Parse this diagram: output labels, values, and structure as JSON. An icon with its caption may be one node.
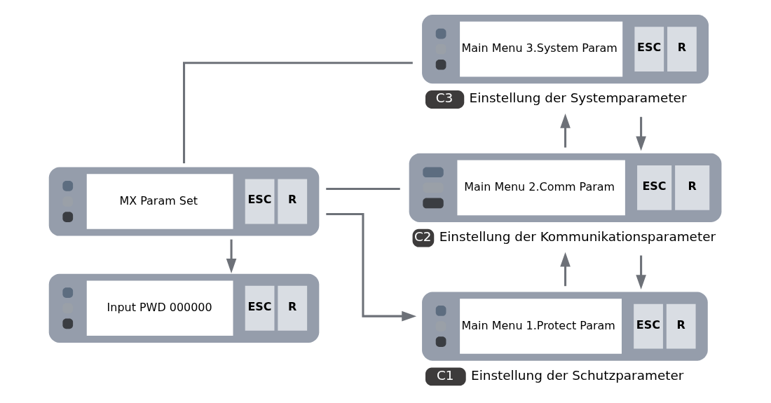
{
  "diagram": {
    "nodes": [
      {
        "text": [
          "MX Param Set",
          "ESC",
          "R"
        ]
      },
      {
        "text": [
          "Input PWD 000000",
          "ESC",
          "R"
        ]
      },
      {
        "text": [
          "Main Menu 1.Protect Param",
          "ESC",
          "R"
        ],
        "beside": [
          "C1",
          "Einstellung der Schutzparameter"
        ]
      },
      {
        "text": [
          "Main Menu 2.Comm Param",
          "ESC",
          "R"
        ],
        "beside": [
          "C2",
          "Einstellung der Kommunikationsparameter"
        ]
      },
      {
        "text": [
          "Main Menu 3.System Param",
          "ESC",
          "R"
        ],
        "beside": [
          "C3",
          "Einstellung der Systemparameter"
        ]
      }
    ],
    "edges": [
      {
        "from": 0,
        "to": 1,
        "arrow": "to"
      },
      {
        "from": 0,
        "to": 2,
        "arrow": "to"
      },
      {
        "from": 0,
        "to": 3,
        "arrow": "none"
      },
      {
        "from": 0,
        "to": 4,
        "arrow": "none"
      },
      {
        "from": 2,
        "to": 3,
        "arrow": "to"
      },
      {
        "from": 3,
        "to": 2,
        "arrow": "to"
      },
      {
        "from": 3,
        "to": 4,
        "arrow": "to"
      },
      {
        "from": 4,
        "to": 3,
        "arrow": "to"
      }
    ]
  }
}
